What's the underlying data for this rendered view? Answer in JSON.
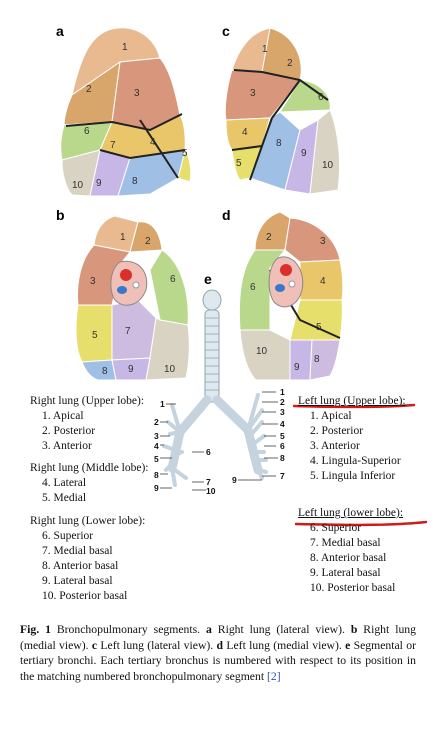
{
  "panels": [
    "a",
    "b",
    "c",
    "d",
    "e"
  ],
  "segment_labels": {
    "a": [
      "1",
      "2",
      "3",
      "4",
      "5",
      "6",
      "7",
      "8",
      "9",
      "10"
    ],
    "b": [
      "1",
      "2",
      "3",
      "5",
      "6",
      "7",
      "8",
      "9",
      "10"
    ],
    "c": [
      "1",
      "2",
      "3",
      "4",
      "5",
      "6",
      "8",
      "9",
      "10"
    ],
    "d": [
      "2",
      "3",
      "4",
      "5",
      "6",
      "8",
      "9",
      "10"
    ]
  },
  "bronchi_labels": {
    "left_side": [
      "1",
      "2",
      "3",
      "4",
      "5",
      "6",
      "7",
      "8",
      "9",
      "10"
    ],
    "right_side": [
      "1",
      "2",
      "3",
      "4",
      "5",
      "6",
      "8",
      "9",
      "7"
    ]
  },
  "legend": {
    "right_upper": {
      "title": "Right lung (Upper lobe):",
      "items": [
        "1. Apical",
        "2. Posterior",
        "3. Anterior"
      ]
    },
    "right_middle": {
      "title": "Right lung (Middle lobe):",
      "items": [
        "4. Lateral",
        "5. Medial"
      ]
    },
    "right_lower": {
      "title": "Right lung (Lower lobe):",
      "items": [
        "6. Superior",
        "7. Medial basal",
        "8. Anterior basal",
        "9. Lateral basal",
        "10. Posterior basal"
      ]
    },
    "left_upper": {
      "title": "Left lung (Upper lobe):",
      "items": [
        "1. Apical",
        "2. Posterior",
        "3. Anterior",
        "4. Lingula-Superior",
        "5. Lingula Inferior"
      ]
    },
    "left_lower": {
      "title": "Left lung (lower lobe):",
      "items": [
        "6. Superior",
        "7. Medial basal",
        "8. Anterior basal",
        "9. Lateral basal",
        "10. Posterior basal"
      ]
    }
  },
  "caption": {
    "label": "Fig. 1",
    "text_1": " Bronchopulmonary segments. ",
    "a": "a",
    "a_text": " Right lung (lateral view). ",
    "b": "b",
    "b_text": " Right lung (medial view). ",
    "c": "c",
    "c_text": " Left lung (lateral view). ",
    "d": "d",
    "d_text": " Left lung (medial view). ",
    "e": "e",
    "e_text": " Segmental or tertiary bronchi. Each tertiary bronchus is numbered with respect to its position in the matching numbered bronchopulmonary segment ",
    "cite": "[2]"
  },
  "colors": {
    "seg1": "#e9b98f",
    "seg2": "#d8a56a",
    "seg3": "#d8967c",
    "seg4": "#e9c66a",
    "seg5": "#e7df6c",
    "seg6": "#b9d88c",
    "seg7": "#cdbbe0",
    "seg8": "#9fbfe5",
    "seg9": "#c7b7e6",
    "seg10": "#d8d3c2",
    "underline": "#d11a1a"
  }
}
